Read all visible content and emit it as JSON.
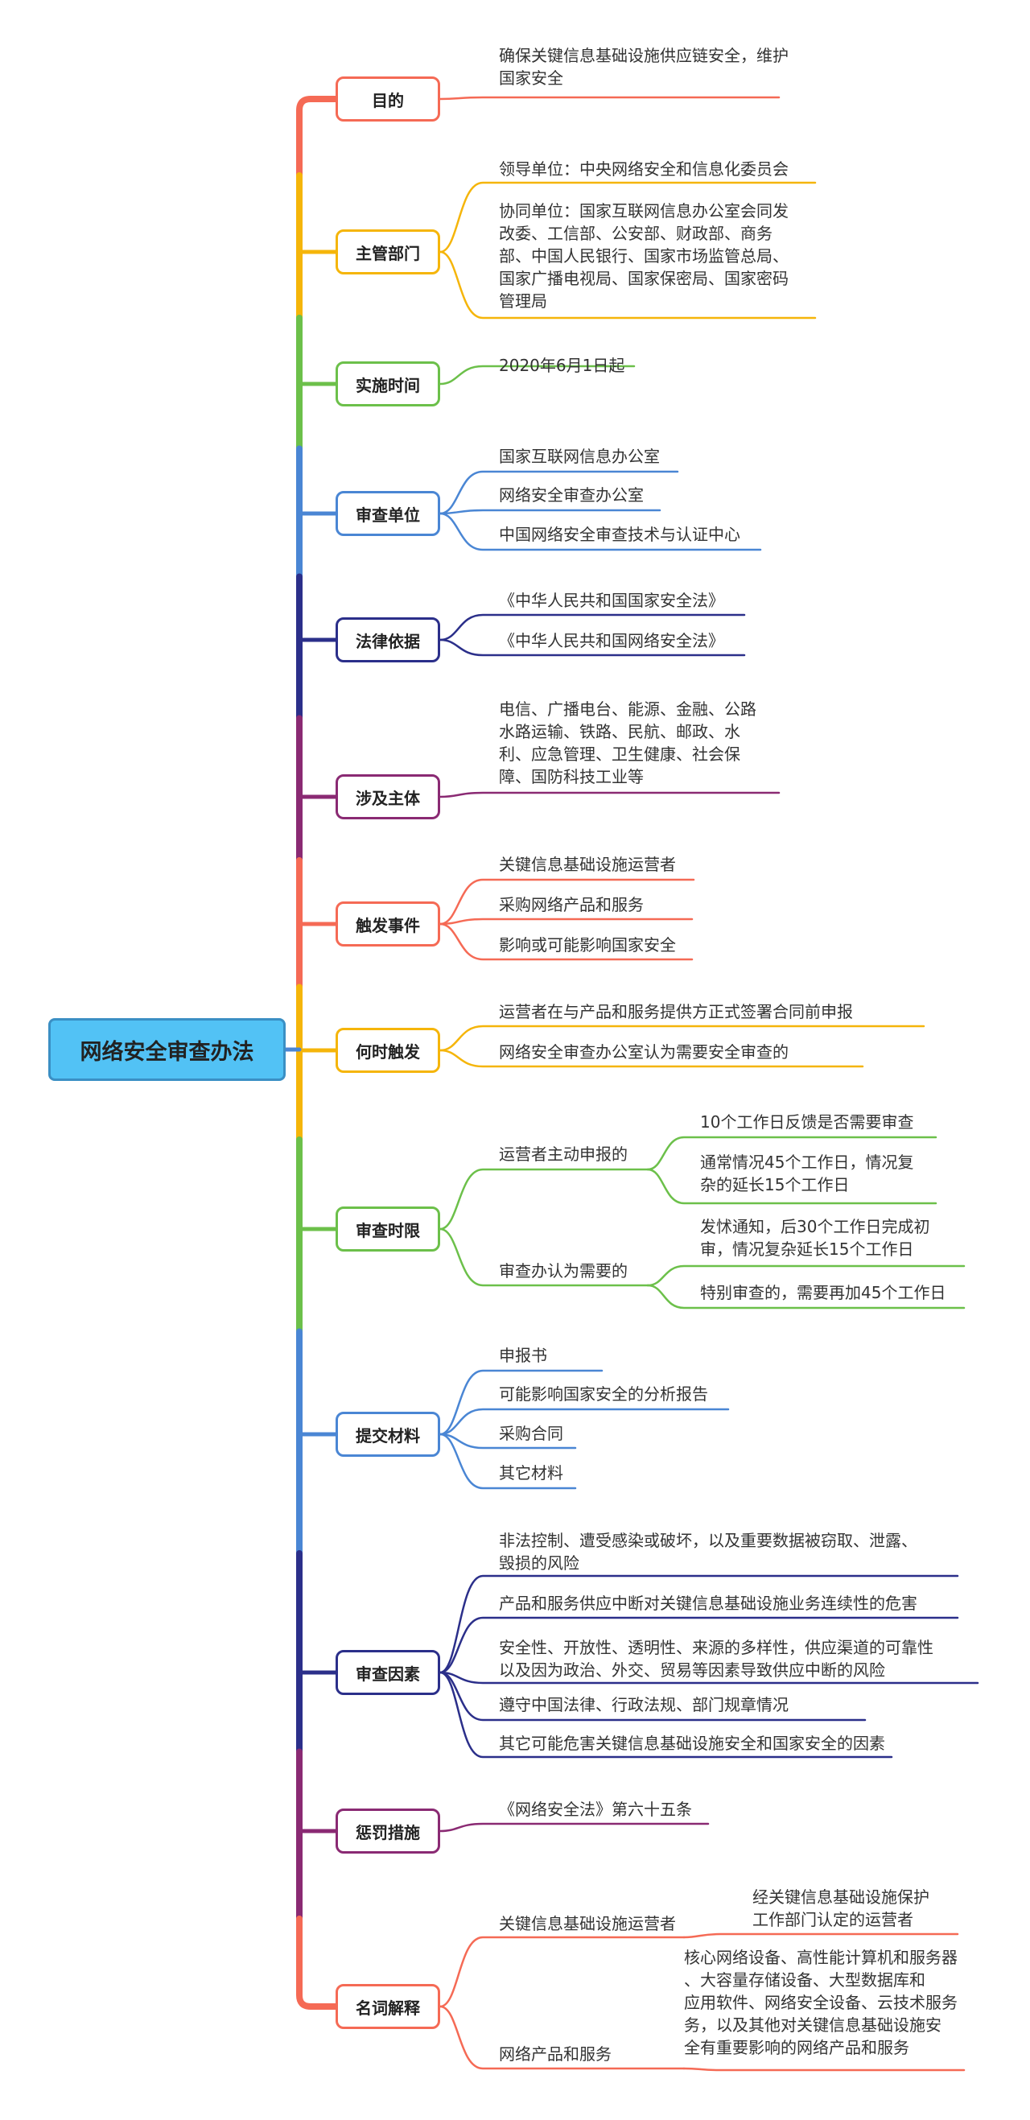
{
  "root": "网络安全审查办法",
  "colors": {
    "orange": "#f56a55",
    "yellow": "#f5b50a",
    "green": "#6cc04a",
    "blue": "#4a86d4",
    "navy": "#2b2f8a",
    "purple": "#8a2a73",
    "root_fill": "#52c2f5"
  },
  "categories": [
    {
      "label": "目的",
      "items": [
        {
          "text": "确保关键信息基础设施供应链安全，维护\n国家安全"
        }
      ]
    },
    {
      "label": "主管部门",
      "items": [
        {
          "text": "领导单位：中央网络安全和信息化委员会"
        },
        {
          "text": "协同单位：国家互联网信息办公室会同发\n改委、工信部、公安部、财政部、商务\n部、中国人民银行、国家市场监管总局、\n国家广播电视局、国家保密局、国家密码\n管理局"
        }
      ]
    },
    {
      "label": "实施时间",
      "items": [
        {
          "text": "2020年6月1日起"
        }
      ]
    },
    {
      "label": "审查单位",
      "items": [
        {
          "text": "国家互联网信息办公室"
        },
        {
          "text": "网络安全审查办公室"
        },
        {
          "text": "中国网络安全审查技术与认证中心"
        }
      ]
    },
    {
      "label": "法律依据",
      "items": [
        {
          "text": "《中华人民共和国国家安全法》"
        },
        {
          "text": "《中华人民共和国网络安全法》"
        }
      ]
    },
    {
      "label": "涉及主体",
      "items": [
        {
          "text": "电信、广播电台、能源、金融、公路\n水路运输、铁路、民航、邮政、水\n利、应急管理、卫生健康、社会保\n障、国防科技工业等"
        }
      ]
    },
    {
      "label": "触发事件",
      "items": [
        {
          "text": "关键信息基础设施运营者"
        },
        {
          "text": "采购网络产品和服务"
        },
        {
          "text": "影响或可能影响国家安全"
        }
      ]
    },
    {
      "label": "何时触发",
      "items": [
        {
          "text": "运营者在与产品和服务提供方正式签署合同前申报"
        },
        {
          "text": "网络安全审查办公室认为需要安全审查的"
        }
      ]
    },
    {
      "label": "审查时限",
      "items": [
        {
          "text": "运营者主动申报的",
          "children": [
            {
              "text": "10个工作日反馈是否需要审查"
            },
            {
              "text": "通常情况45个工作日，情况复\n杂的延长15个工作日"
            }
          ]
        },
        {
          "text": "审查办认为需要的",
          "children": [
            {
              "text": "发怵通知，后30个工作日完成初\n审，情况复杂延长15个工作日"
            },
            {
              "text": "特别审查的，需要再加45个工作日"
            }
          ]
        }
      ]
    },
    {
      "label": "提交材料",
      "items": [
        {
          "text": "申报书"
        },
        {
          "text": "可能影响国家安全的分析报告"
        },
        {
          "text": "采购合同"
        },
        {
          "text": "其它材料"
        }
      ]
    },
    {
      "label": "审查因素",
      "items": [
        {
          "text": "非法控制、遭受感染或破坏，以及重要数据被窃取、泄露、\n毁损的风险"
        },
        {
          "text": "产品和服务供应中断对关键信息基础设施业务连续性的危害"
        },
        {
          "text": "安全性、开放性、透明性、来源的多样性，供应渠道的可靠性\n以及因为政治、外交、贸易等因素导致供应中断的风险"
        },
        {
          "text": "遵守中国法律、行政法规、部门规章情况"
        },
        {
          "text": "其它可能危害关键信息基础设施安全和国家安全的因素"
        }
      ]
    },
    {
      "label": "惩罚措施",
      "items": [
        {
          "text": "《网络安全法》第六十五条"
        }
      ]
    },
    {
      "label": "名词解释",
      "items": [
        {
          "text": "关键信息基础设施运营者",
          "children": [
            {
              "text": "经关键信息基础设施保护\n工作部门认定的运营者"
            }
          ]
        },
        {
          "text": "网络产品和服务",
          "children": [
            {
              "text": "核心网络设备、高性能计算机和服务器\n、大容量存储设备、大型数据库和\n应用软件、网络安全设备、云技术服务\n务，以及其他对关键信息基础设施安\n全有重要影响的网络产品和服务"
            }
          ]
        }
      ]
    }
  ]
}
